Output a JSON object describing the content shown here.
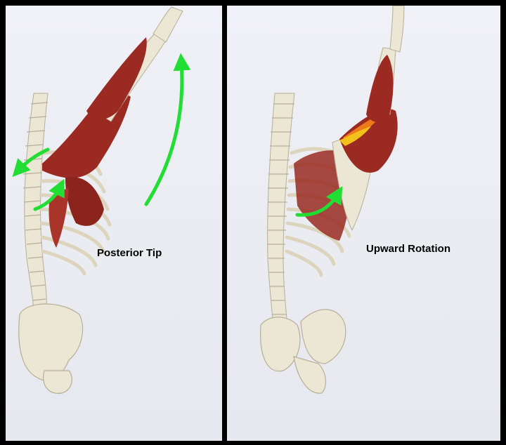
{
  "panels": [
    {
      "id": "left",
      "caption": "Posterior Tip"
    },
    {
      "id": "right",
      "caption": "Upward Rotation"
    }
  ],
  "colors": {
    "frame": "#000000",
    "background": "#ebedf3",
    "bone": "#ece6d4",
    "bone_shadow": "#c9c0a8",
    "muscle": "#9a2a22",
    "muscle_light": "#b8453a",
    "arrow": "#22dd33",
    "highlight_yellow": "#f2c21a",
    "highlight_orange": "#ee7a1c"
  }
}
